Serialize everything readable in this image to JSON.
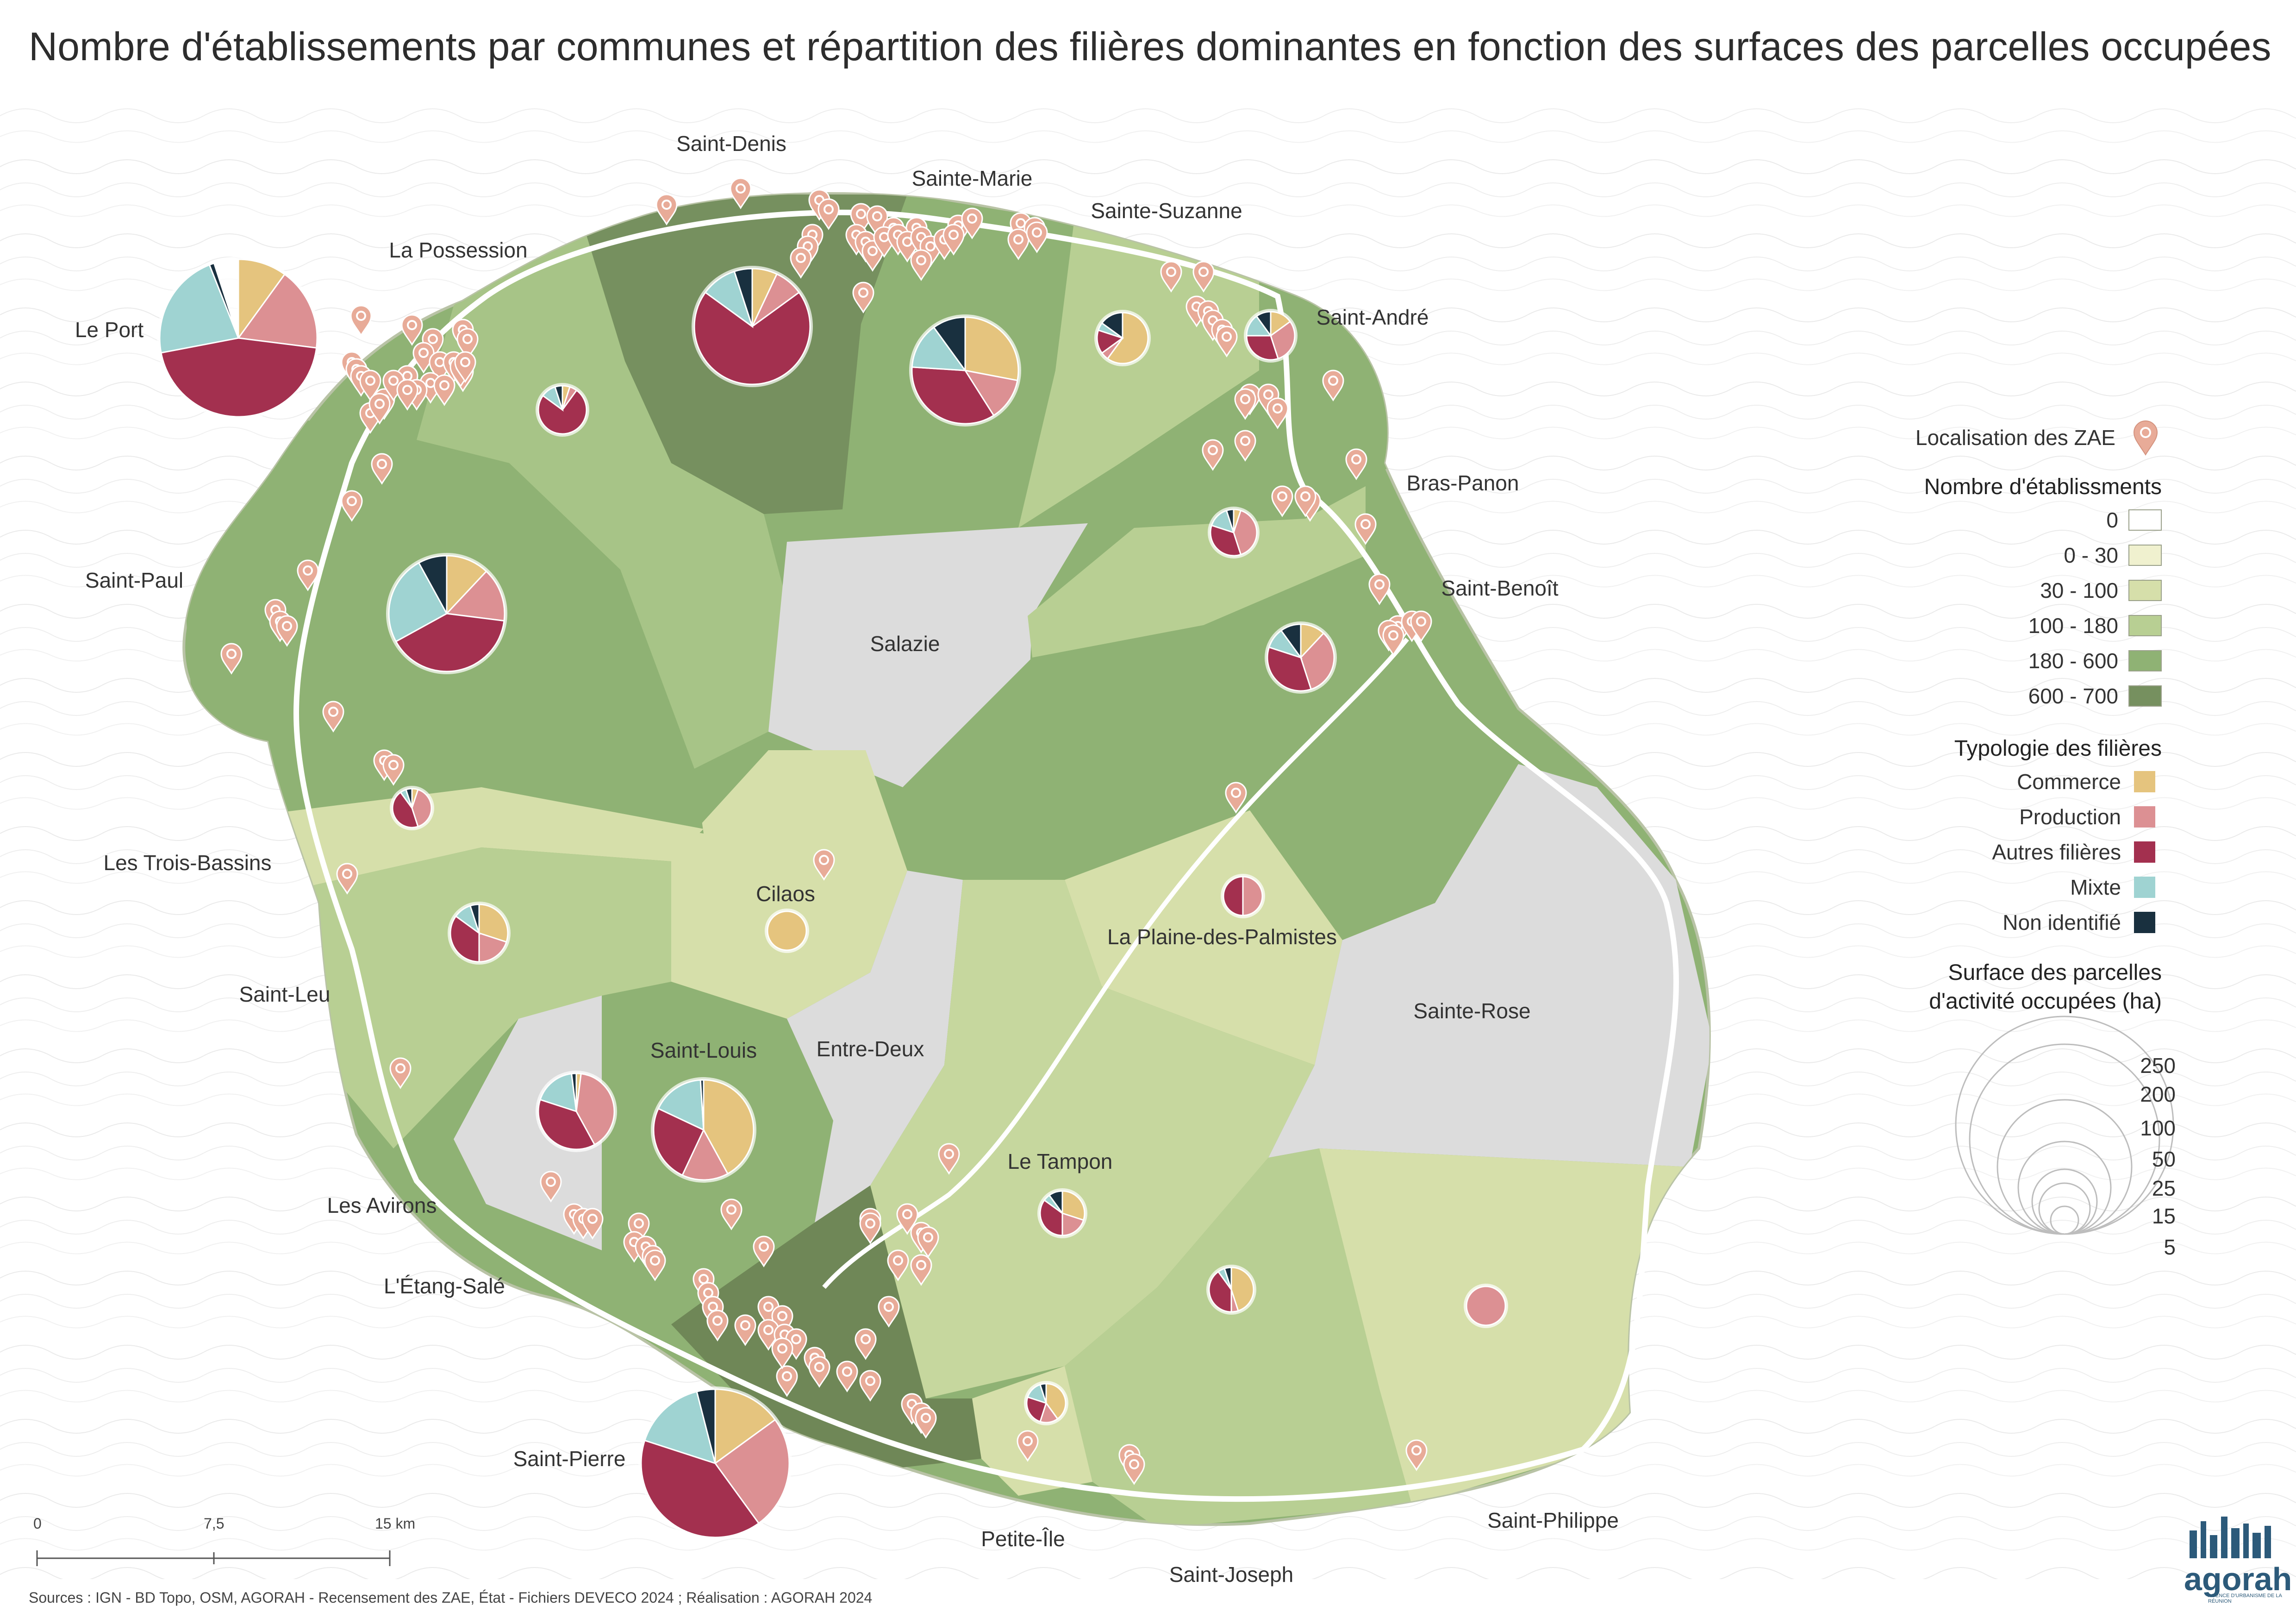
{
  "title": "Nombre d'établissements par communes et répartition des filières dominantes en fonction des surfaces des parcelles occupées",
  "colors": {
    "commerce": "#e5c47e",
    "production": "#dc9093",
    "autres": "#a3304f",
    "mixte": "#9fd3d2",
    "non_identifie": "#19303f",
    "class_0": "#dcdcdc",
    "class_0_30": "#e8ebc6",
    "class_30_100": "#d6dfaa",
    "class_100_180": "#b8cf93",
    "class_180_600": "#8fb274",
    "class_600_700": "#76905f",
    "marker": "#e8ab98",
    "road": "#ffffff"
  },
  "communes": [
    {
      "name": "Saint-Denis"
    },
    {
      "name": "Sainte-Marie"
    },
    {
      "name": "Sainte-Suzanne"
    },
    {
      "name": "La Possession"
    },
    {
      "name": "Le Port"
    },
    {
      "name": "Saint-André"
    },
    {
      "name": "Bras-Panon"
    },
    {
      "name": "Saint-Paul"
    },
    {
      "name": "Saint-Benoît"
    },
    {
      "name": "Salazie"
    },
    {
      "name": "Les Trois-Bassins"
    },
    {
      "name": "Cilaos"
    },
    {
      "name": "La Plaine-des-Palmistes"
    },
    {
      "name": "Saint-Leu"
    },
    {
      "name": "Sainte-Rose"
    },
    {
      "name": "Saint-Louis"
    },
    {
      "name": "Entre-Deux"
    },
    {
      "name": "Le Tampon"
    },
    {
      "name": "Les Avirons"
    },
    {
      "name": "L'Étang-Salé"
    },
    {
      "name": "Saint-Pierre"
    },
    {
      "name": "Saint-Philippe"
    },
    {
      "name": "Petite-Île"
    },
    {
      "name": "Saint-Joseph"
    }
  ],
  "legend": {
    "zae_label": "Localisation des ZAE",
    "etab_title": "Nombre d'établissments",
    "etab_classes": [
      {
        "label": "0",
        "color": "#ffffff"
      },
      {
        "label": "0 - 30",
        "color": "#f0f1cf"
      },
      {
        "label": "30 - 100",
        "color": "#d6dfaa"
      },
      {
        "label": "100 - 180",
        "color": "#b8cf93"
      },
      {
        "label": "180 - 600",
        "color": "#8fb274"
      },
      {
        "label": "600 - 700",
        "color": "#76905f"
      }
    ],
    "filieres_title": "Typologie des filières",
    "filieres": [
      {
        "label": "Commerce",
        "color": "#e5c47e"
      },
      {
        "label": "Production",
        "color": "#dc9093"
      },
      {
        "label": "Autres filières",
        "color": "#a3304f"
      },
      {
        "label": "Mixte",
        "color": "#9fd3d2"
      },
      {
        "label": "Non identifié",
        "color": "#19303f"
      }
    ],
    "surface_title_1": "Surface des parcelles",
    "surface_title_2": "d'activité occupées (ha)",
    "surface_values": [
      "250",
      "200",
      "100",
      "50",
      "25",
      "15",
      "5"
    ]
  },
  "scale": {
    "labels": [
      "0",
      "7,5",
      "15 km"
    ]
  },
  "sources": "Sources : IGN - BD Topo, OSM, AGORAH - Recensement des ZAE, État - Fichiers DEVECO 2024 ; Réalisation : AGORAH 2024",
  "logo": {
    "text": "agorah",
    "subtext": "AGENCE D'URBANISME DE LA RÉUNION"
  }
}
